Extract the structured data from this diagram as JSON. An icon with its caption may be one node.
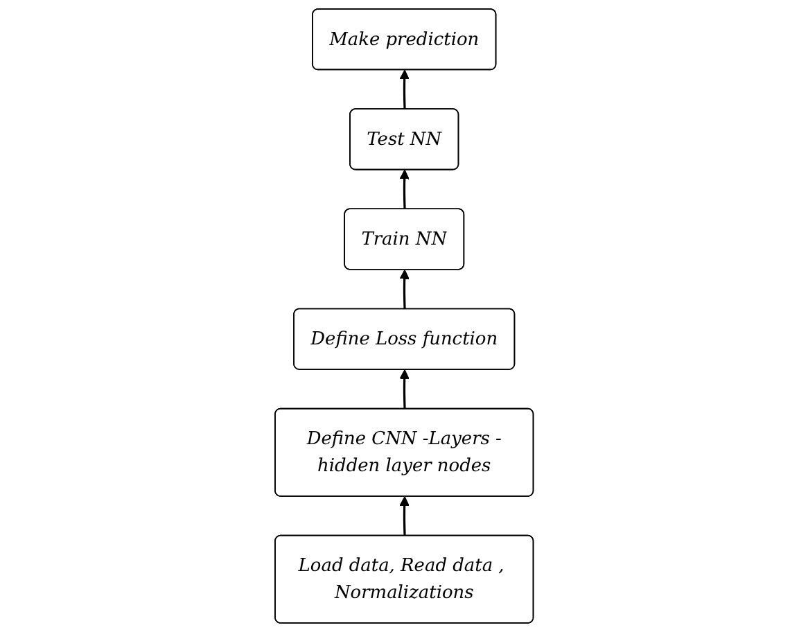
{
  "diagram": {
    "nodes": [
      {
        "text": [
          "Test NN"
        ]
      },
      {
        "text": [
          "Make prediction"
        ]
      },
      {
        "text": [
          "Train NN"
        ]
      },
      {
        "text": [
          "Define Loss function"
        ]
      },
      {
        "text": [
          "Define CNN -Layers -hidden layer nodes"
        ]
      },
      {
        "text": [
          "Load data, Read data , Normalizations"
        ]
      }
    ],
    "edges": [
      {
        "from": 5,
        "to": 4,
        "arrow": "to"
      },
      {
        "from": 4,
        "to": 3,
        "arrow": "to"
      },
      {
        "from": 3,
        "to": 2,
        "arrow": "to"
      },
      {
        "from": 2,
        "to": 0,
        "arrow": "to"
      },
      {
        "from": 0,
        "to": 1,
        "arrow": "to"
      }
    ]
  }
}
